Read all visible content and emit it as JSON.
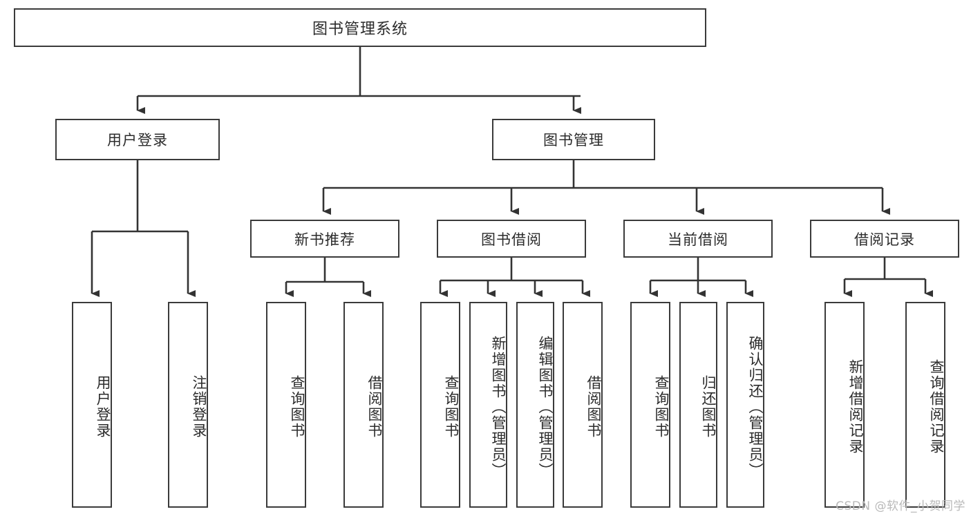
{
  "diagram": {
    "title": "图书管理系统",
    "type": "tree-hierarchy-chart",
    "root": {
      "label": "图书管理系统"
    },
    "level2": [
      {
        "label": "用户登录"
      },
      {
        "label": "图书管理"
      }
    ],
    "level3": [
      {
        "label": "新书推荐"
      },
      {
        "label": "图书借阅"
      },
      {
        "label": "当前借阅"
      },
      {
        "label": "借阅记录"
      }
    ],
    "leaves": {
      "user_login": [
        {
          "label": "用户登录"
        },
        {
          "label": "注销登录"
        }
      ],
      "new_book_recommend": [
        {
          "label": "查询图书"
        },
        {
          "label": "借阅图书"
        }
      ],
      "book_borrow": [
        {
          "label": "查询图书"
        },
        {
          "label": "新增图书（管理员）"
        },
        {
          "label": "编辑图书（管理员）"
        },
        {
          "label": "借阅图书"
        }
      ],
      "current_borrow": [
        {
          "label": "查询图书"
        },
        {
          "label": "归还图书"
        },
        {
          "label": "确认归还（管理员）"
        }
      ],
      "borrow_record": [
        {
          "label": "新增借阅记录"
        },
        {
          "label": "查询借阅记录"
        }
      ]
    }
  },
  "watermark": {
    "text": "CSDN @软件_小贺同学"
  },
  "colors": {
    "border": "#3a3a3a",
    "text": "#2b2b2b",
    "background": "#ffffff",
    "connector": "#333333",
    "watermark": "#b9b9b9"
  }
}
